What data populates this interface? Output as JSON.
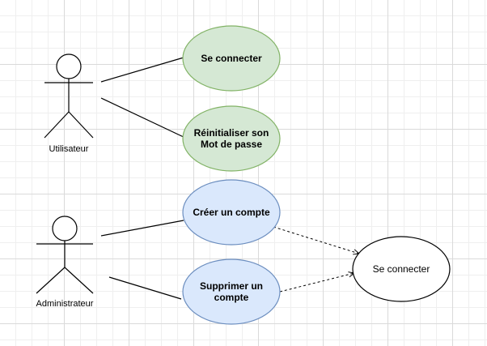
{
  "actors": [
    {
      "id": "utilisateur",
      "label": "Utilisateur"
    },
    {
      "id": "administrateur",
      "label": "Administrateur"
    }
  ],
  "use_cases": [
    {
      "id": "se-connecter",
      "label": "Se connecter",
      "fill": "#d5e8d4",
      "stroke": "#82b366"
    },
    {
      "id": "reinitialiser",
      "label": "Réinitialiser son Mot de passe",
      "fill": "#d5e8d4",
      "stroke": "#82b366"
    },
    {
      "id": "creer-compte",
      "label": "Créer un compte",
      "fill": "#dae8fc",
      "stroke": "#6c8ebf"
    },
    {
      "id": "supprimer-compte",
      "label": "Supprimer un compte",
      "fill": "#dae8fc",
      "stroke": "#6c8ebf"
    },
    {
      "id": "se-connecter-2",
      "label": "Se connecter",
      "fill": "#ffffff",
      "stroke": "#000000"
    }
  ]
}
